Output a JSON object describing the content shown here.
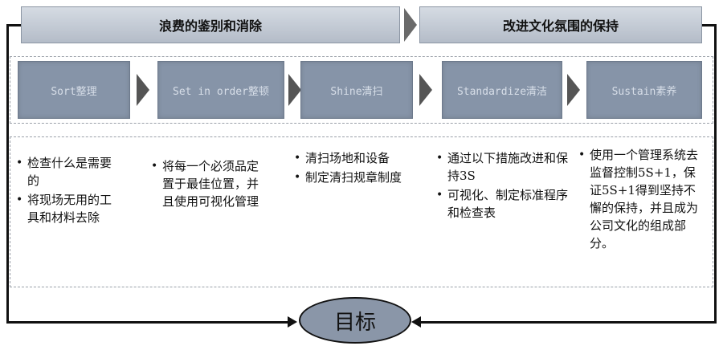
{
  "headers": {
    "left": "浪费的鉴别和消除",
    "right": "改进文化氛围的保持"
  },
  "stages": [
    {
      "label": "Sort整理"
    },
    {
      "label": "Set in order整顿"
    },
    {
      "label": "Shine清扫"
    },
    {
      "label": "Standardize清洁"
    },
    {
      "label": "Sustain素养"
    }
  ],
  "columns": [
    {
      "items": [
        "检查什么是需要的",
        "将现场无用的工具和材料去除"
      ]
    },
    {
      "items": [
        "将每一个必须品定置于最佳位置，并且使用可视化管理"
      ]
    },
    {
      "items": [
        "清扫场地和设备",
        "制定清扫规章制度"
      ]
    },
    {
      "items": [
        "通过以下措施改进和保持3S",
        "可视化、制定标准程序和检查表"
      ]
    },
    {
      "items": [
        "使用一个管理系统去监督控制5S+1，保证5S+1得到坚持不懈的保持，并且成为公司文化的组成部分。"
      ]
    }
  ],
  "goal": {
    "label": "目标"
  },
  "colors": {
    "header_bg": "#c4cbd5",
    "stage_bg": "#8694a8",
    "goal_bg": "#8a96a8",
    "arrow": "#555555"
  }
}
